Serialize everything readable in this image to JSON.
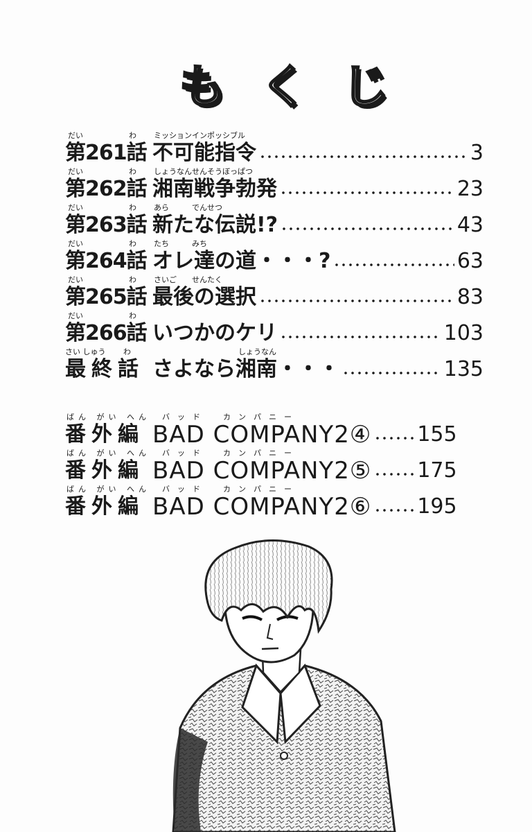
{
  "title": "もくじ",
  "chapters": [
    {
      "number": "第261話",
      "ruby_num": "だい",
      "ruby_wa": "わ",
      "ruby_name": "ミッションインポッシブル",
      "name": "不可能指令",
      "page": "3"
    },
    {
      "number": "第262話",
      "ruby_num": "だい",
      "ruby_wa": "わ",
      "ruby_name": "しょうなんせんそうぼっぱつ",
      "name": "湘南戦争勃発",
      "page": "23"
    },
    {
      "number": "第263話",
      "ruby_num": "だい",
      "ruby_wa": "わ",
      "ruby_name": "あら　　　でんせつ",
      "name": "新たな伝説!?",
      "page": "43"
    },
    {
      "number": "第264話",
      "ruby_num": "だい",
      "ruby_wa": "わ",
      "ruby_name": "たち　　　みち",
      "name": "オレ達の道・・・?",
      "page": "63"
    },
    {
      "number": "第265話",
      "ruby_num": "だい",
      "ruby_wa": "わ",
      "ruby_name": "さいご　　せんたく",
      "name": "最後の選択",
      "page": "83"
    },
    {
      "number": "第266話",
      "ruby_num": "だい",
      "ruby_wa": "わ",
      "ruby_name": "",
      "name": "いつかのケリ",
      "page": "103"
    },
    {
      "number": "最終話",
      "ruby_num": "さい しゅう",
      "ruby_wa": "わ",
      "ruby_name": "しょうなん",
      "name": "さよなら湘南・・・",
      "page": "135"
    }
  ],
  "extras": [
    {
      "label": "番外編",
      "ruby_label": "ばん がい へん",
      "ruby_name": "バ　ッ　ド　　　カ　ン　パ　ニ　ー",
      "name": "BAD COMPANY2④",
      "page": "155"
    },
    {
      "label": "番外編",
      "ruby_label": "ばん がい へん",
      "ruby_name": "バ　ッ　ド　　　カ　ン　パ　ニ　ー",
      "name": "BAD COMPANY2⑤",
      "page": "175"
    },
    {
      "label": "番外編",
      "ruby_label": "ばん がい へん",
      "ruby_name": "バ　ッ　ド　　　カ　ン　パ　ニ　ー",
      "name": "BAD COMPANY2⑥",
      "page": "195"
    }
  ]
}
